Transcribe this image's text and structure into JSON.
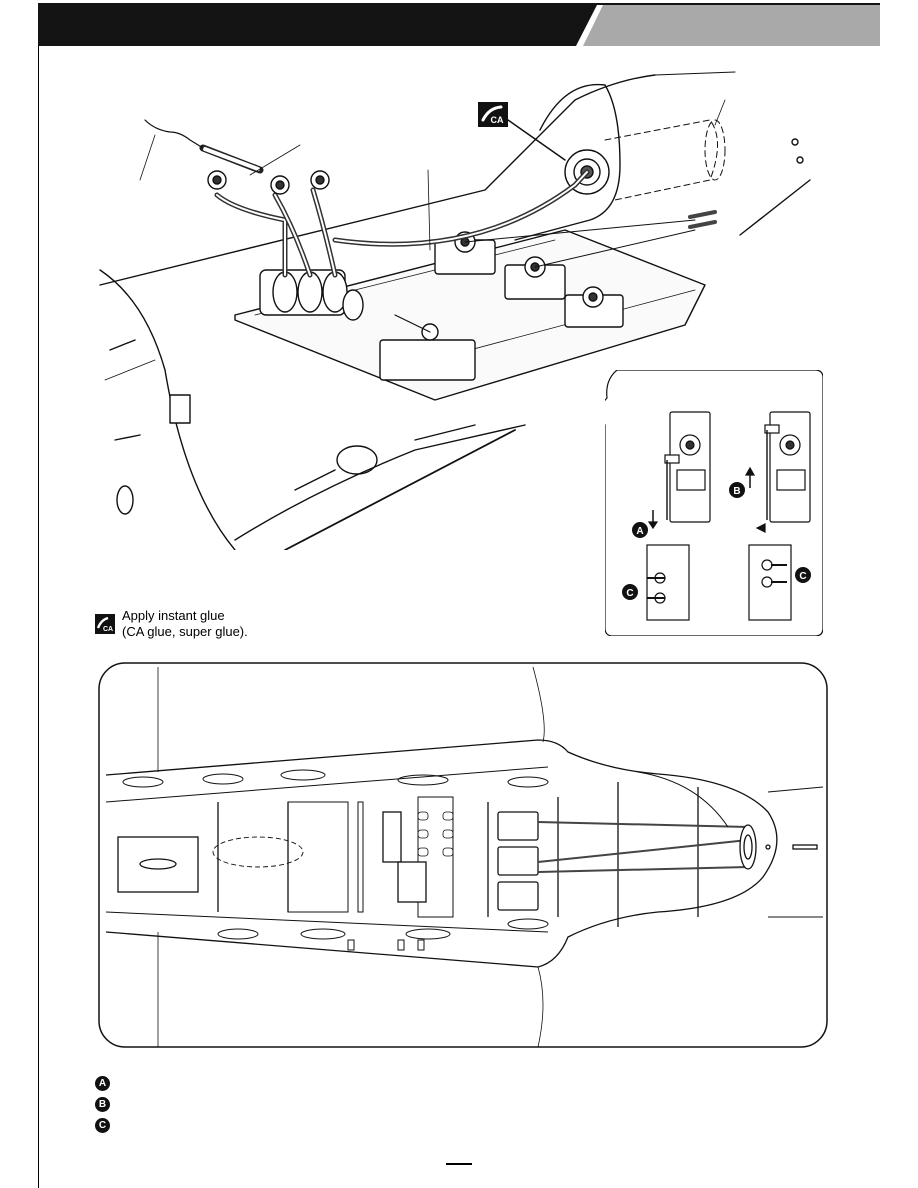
{
  "ca_note": {
    "icon_label": "CA",
    "line1": "Apply instant glue",
    "line2": "(CA glue, super glue)."
  },
  "detail_labels": {
    "a": "A",
    "b": "B",
    "c": "C"
  },
  "legend": {
    "items": [
      {
        "badge": "A",
        "text": ""
      },
      {
        "badge": "B",
        "text": ""
      },
      {
        "badge": "C",
        "text": ""
      }
    ]
  },
  "page_number": ""
}
